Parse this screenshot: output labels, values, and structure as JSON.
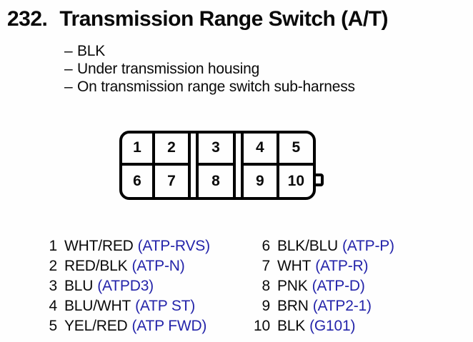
{
  "title": {
    "number": "232.",
    "text": "Transmission Range Switch (A/T)"
  },
  "notes": {
    "dash": "–",
    "items": [
      "BLK",
      "Under transmission housing",
      "On transmission range switch sub-harness"
    ]
  },
  "connector": {
    "cells": [
      "1",
      "2",
      "3",
      "4",
      "5",
      "6",
      "7",
      "8",
      "9",
      "10"
    ]
  },
  "pins_left": [
    {
      "num": "1",
      "wire": "WHT/RED",
      "signal": "(ATP-RVS)"
    },
    {
      "num": "2",
      "wire": "RED/BLK",
      "signal": "(ATP-N)"
    },
    {
      "num": "3",
      "wire": "BLU",
      "signal": "(ATPD3)"
    },
    {
      "num": "4",
      "wire": "BLU/WHT",
      "signal": "(ATP ST)"
    },
    {
      "num": "5",
      "wire": "YEL/RED",
      "signal": "(ATP FWD)"
    }
  ],
  "pins_right": [
    {
      "num": "6",
      "wire": "BLK/BLU",
      "signal": "(ATP-P)"
    },
    {
      "num": "7",
      "wire": "WHT",
      "signal": "(ATP-R)"
    },
    {
      "num": "8",
      "wire": "PNK",
      "signal": "(ATP-D)"
    },
    {
      "num": "9",
      "wire": "BRN",
      "signal": "(ATP2-1)"
    },
    {
      "num": "10",
      "wire": "BLK",
      "signal": "(G101)"
    }
  ],
  "colors": {
    "ink": "#0a0a0a",
    "signal_blue": "#2424aa",
    "background": "#fefefe"
  }
}
